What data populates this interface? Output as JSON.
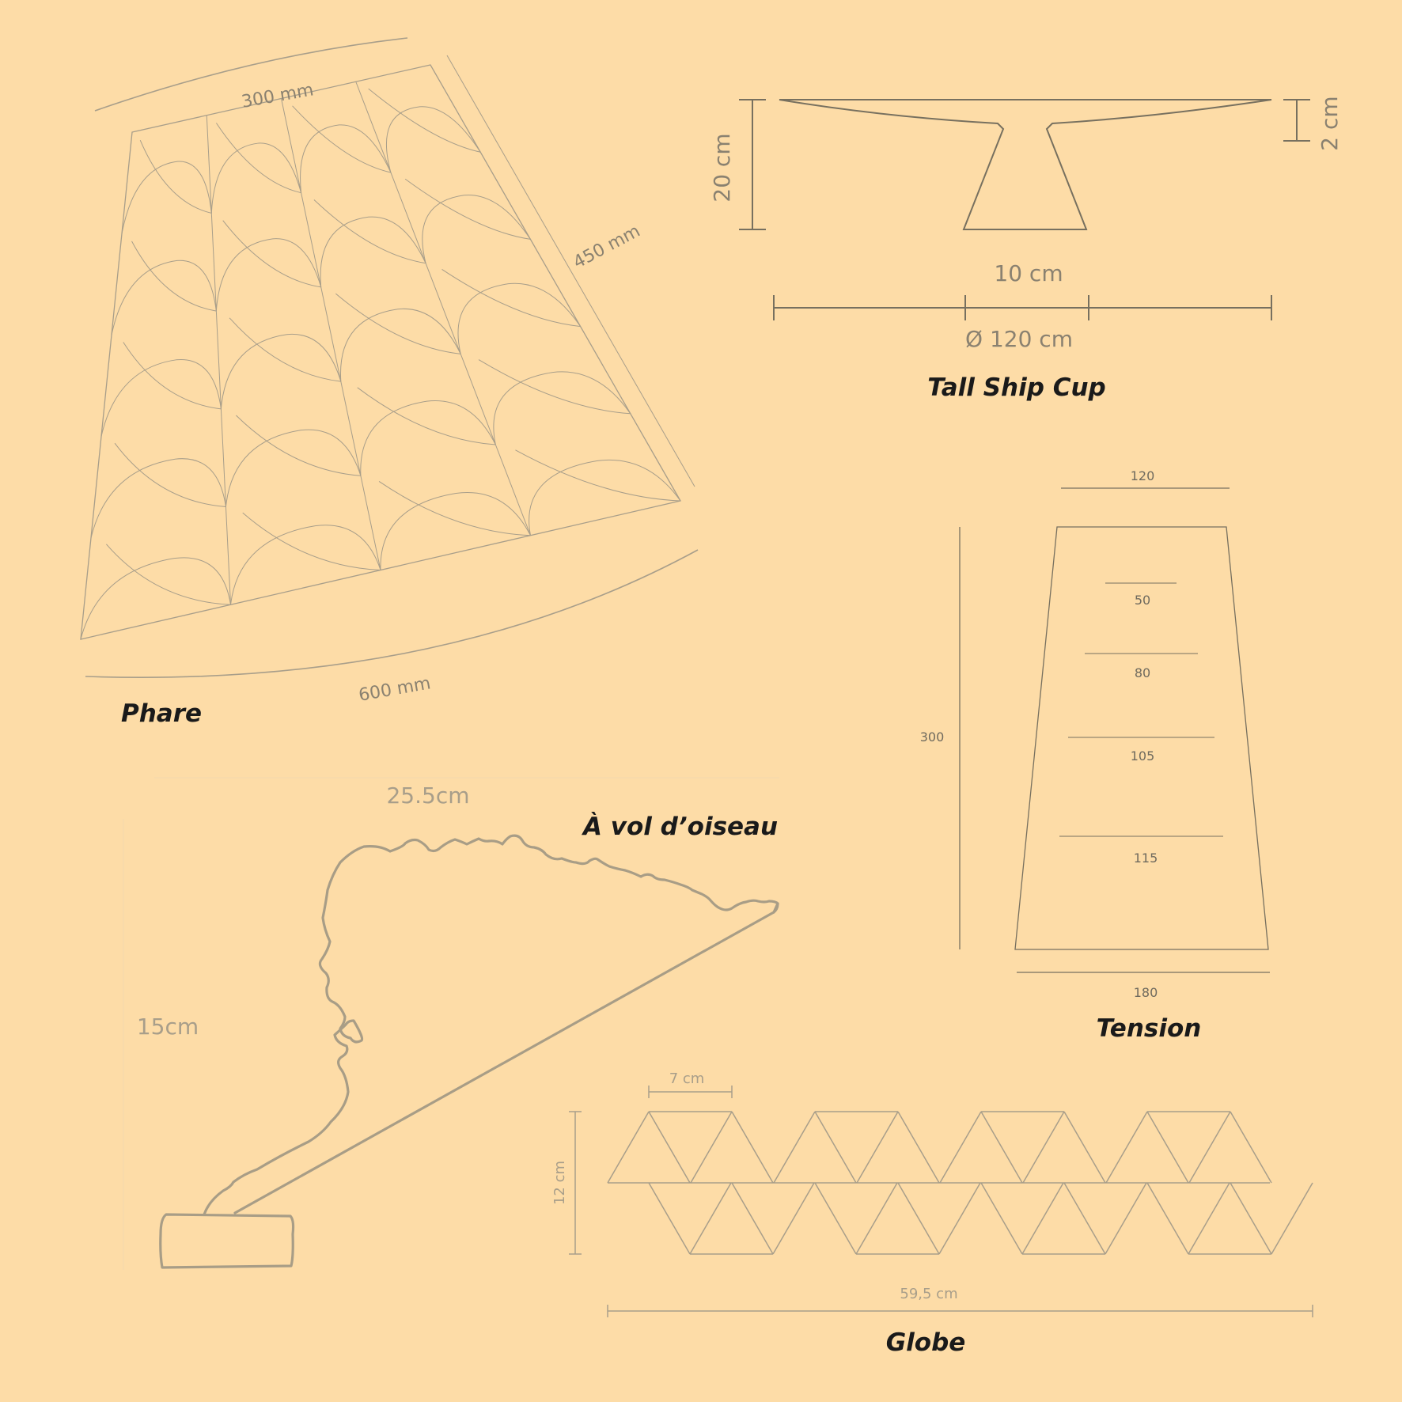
{
  "colors": {
    "background": "#fddca7",
    "line": "#a89e8a",
    "dark_line": "#77705f",
    "title": "#1a1a1a"
  },
  "phare": {
    "title": "Phare",
    "dim_top": "300 mm",
    "dim_side": "450 mm",
    "dim_bottom": "600 mm"
  },
  "tall_ship_cup": {
    "title": "Tall Ship Cup",
    "dim_height": "20 cm",
    "dim_rim": "2 cm",
    "dim_base": "10 cm",
    "dim_diameter": "Ø 120 cm"
  },
  "tension": {
    "title": "Tension",
    "dim_top": "120",
    "dim_height": "300",
    "dim_bottom": "180",
    "levels": [
      "50",
      "80",
      "105",
      "115"
    ]
  },
  "vol_oiseau": {
    "title": "À vol d’oiseau",
    "dim_width": "25.5cm",
    "dim_height": "15cm"
  },
  "globe": {
    "title": "Globe",
    "dim_triangle": "7 cm",
    "dim_height": "12 cm",
    "dim_width": "59,5 cm"
  }
}
